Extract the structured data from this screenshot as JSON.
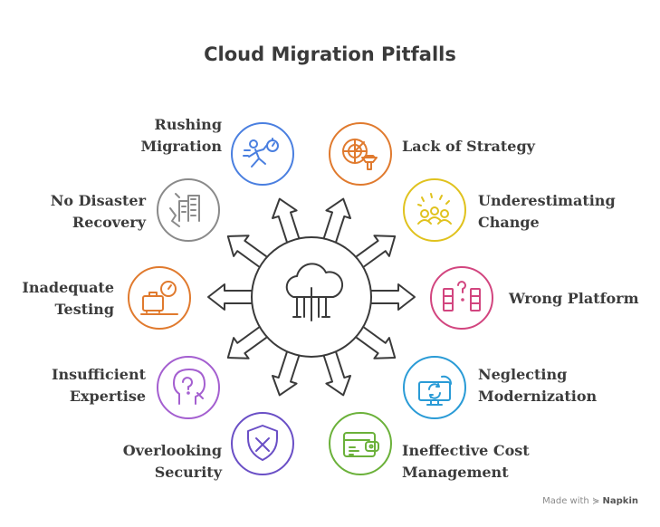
{
  "title": "Cloud Migration Pitfalls",
  "footer": {
    "made_with": "Made with",
    "brand": "Napkin"
  },
  "items": [
    {
      "id": "rushing-migration",
      "lines": [
        "Rushing",
        "Migration"
      ],
      "color": "#4a7fe0",
      "icon": "running-person-stopwatch-icon"
    },
    {
      "id": "lack-of-strategy",
      "lines": [
        "Lack of Strategy"
      ],
      "color": "#e07a2e",
      "icon": "target-funnel-icon"
    },
    {
      "id": "underestimating-change",
      "lines": [
        "Underestimating",
        "Change"
      ],
      "color": "#e0c21e",
      "icon": "group-change-icon"
    },
    {
      "id": "wrong-platform",
      "lines": [
        "Wrong Platform"
      ],
      "color": "#d2457f",
      "icon": "question-platform-icon"
    },
    {
      "id": "neglecting-modernization",
      "lines": [
        "Neglecting",
        "Modernization"
      ],
      "color": "#2a9bd6",
      "icon": "monitor-sync-icon"
    },
    {
      "id": "ineffective-cost-management",
      "lines": [
        "Ineffective Cost",
        "Management"
      ],
      "color": "#6bb13a",
      "icon": "wallet-icon"
    },
    {
      "id": "overlooking-security",
      "lines": [
        "Overlooking",
        "Security"
      ],
      "color": "#6a4fc6",
      "icon": "shield-x-icon"
    },
    {
      "id": "insufficient-expertise",
      "lines": [
        "Insufficient",
        "Expertise"
      ],
      "color": "#a45fd0",
      "icon": "head-question-icon"
    },
    {
      "id": "inadequate-testing",
      "lines": [
        "Inadequate",
        "Testing"
      ],
      "color": "#e07a2e",
      "icon": "luggage-scale-icon"
    },
    {
      "id": "no-disaster-recovery",
      "lines": [
        "No Disaster",
        "Recovery"
      ],
      "color": "#8a8a8a",
      "icon": "damaged-building-icon"
    }
  ],
  "center_icon": "cloud-network-icon"
}
